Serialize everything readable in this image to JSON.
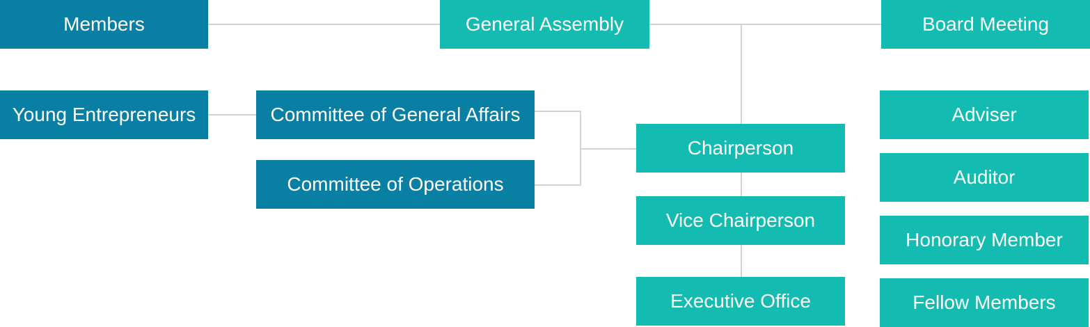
{
  "colors": {
    "blue": "#0a7fa4",
    "teal": "#13bbb1",
    "connector": "#d3d3d3"
  },
  "left_column": {
    "members": "Members",
    "young_entrepreneurs": "Young Entrepreneurs"
  },
  "committees": {
    "general_affairs": "Committee of General Affairs",
    "operations": "Committee of Operations"
  },
  "center_column": {
    "general_assembly": "General Assembly",
    "chairperson": "Chairperson",
    "vice_chairperson": "Vice Chairperson",
    "executive_office": "Executive Office"
  },
  "right_column": {
    "board_meeting": "Board Meeting",
    "adviser": "Adviser",
    "auditor": "Auditor",
    "honorary_member": "Honorary Member",
    "fellow_members": "Fellow Members"
  }
}
